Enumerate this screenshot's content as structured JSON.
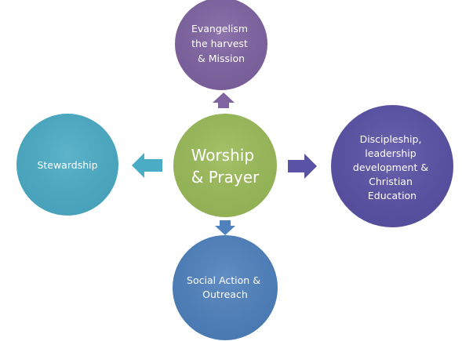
{
  "diagram": {
    "center": {
      "lines": [
        "Worship",
        "& Prayer"
      ],
      "color": "#9bbb59"
    },
    "nodes": {
      "top": {
        "lines": [
          "Evangelism",
          "the harvest",
          "& Mission"
        ],
        "color": "#8064a2",
        "arrow_color": "#8064a2",
        "arrow_direction": "up"
      },
      "right": {
        "lines": [
          "Discipleship,",
          "leadership",
          "development &",
          "Christian",
          "Education"
        ],
        "color": "#5a52a6",
        "arrow_color": "#5a52a6",
        "arrow_direction": "right"
      },
      "bottom": {
        "lines": [
          "Social Action &",
          "Outreach"
        ],
        "color": "#4f81bd",
        "arrow_color": "#4f81bd",
        "arrow_direction": "down"
      },
      "left": {
        "lines": [
          "Stewardship"
        ],
        "color": "#4bacc6",
        "arrow_color": "#4bacc6",
        "arrow_direction": "left"
      }
    }
  }
}
